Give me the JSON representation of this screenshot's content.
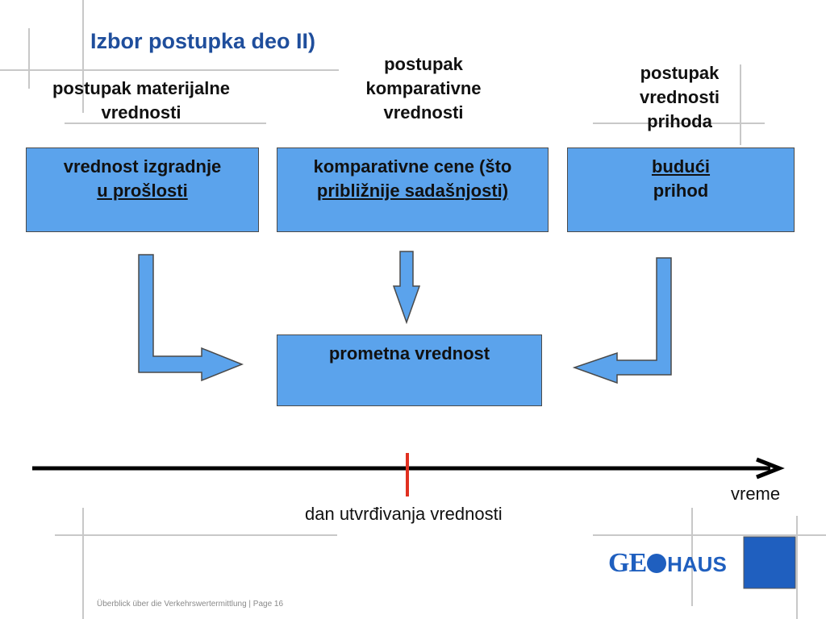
{
  "slide": {
    "title": "Izbor postupka deo II)",
    "headings": [
      [
        "postupak materijalne",
        "vrednosti"
      ],
      [
        "postupak",
        "komparativne",
        "vrednosti"
      ],
      [
        "postupak",
        "vrednosti",
        "prihoda"
      ]
    ],
    "boxes": {
      "left": [
        "vrednost izgradnje",
        "u prošlosti"
      ],
      "middle": [
        "komparativne cene (što",
        "približnije sadašnjosti)"
      ],
      "right": [
        "budući",
        "prihod"
      ],
      "result": "prometna vrednost"
    },
    "timeline": {
      "end_label": "vreme",
      "marker_label": "dan utvrđivanja vrednosti"
    },
    "logo": {
      "text_a": "GE",
      "text_b": "HAUS"
    },
    "footer": "Überblick über die Verkehrswertermittlung  | Page 16"
  },
  "colors": {
    "box_fill": "#5ba3ec",
    "arrow_fill": "#5ba3ec",
    "title": "#1f4e9c",
    "marker": "#e03020",
    "logo_square": "#1f5fbf",
    "guide_lines": "#c8c8c8"
  }
}
